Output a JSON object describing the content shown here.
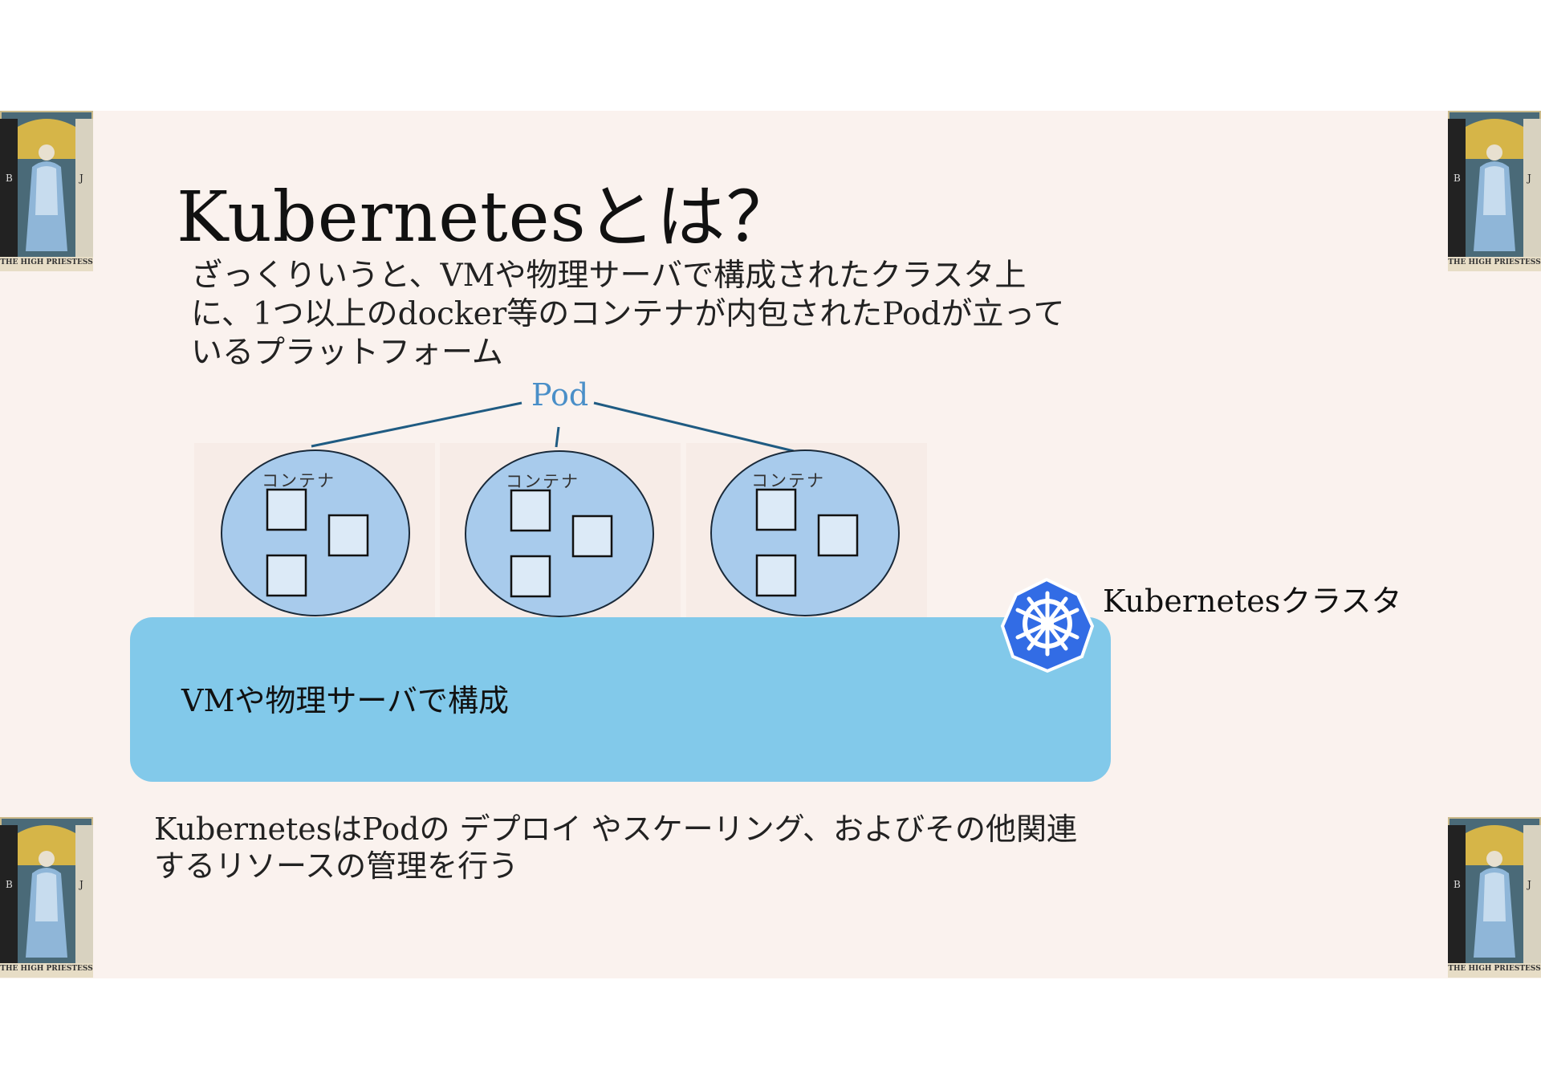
{
  "slide": {
    "title": "Kubernetesとは？",
    "description": "ざっくりいうと、VMや物理サーバで構成されたクラスタ上に、1つ以上のdocker等のコンテナが内包されたPodが立っているプラットフォーム",
    "footer": "KubernetesはPodの デプロイ やスケーリング、およびその他関連するリソースの管理を行う"
  },
  "diagram": {
    "pod_label": "Pod",
    "container_label": "コンテナ",
    "cluster_label": "Kubernetesクラスタ",
    "base_label": "VMや物理サーバで構成",
    "pod_count": 3,
    "boxes_per_pod": 3,
    "colors": {
      "background": "#faf2ee",
      "pod_fill": "#a8cbec",
      "box_fill": "#dceaf7",
      "base_fill": "#82c9ea",
      "line": "#1f5b82",
      "pod_label": "#4a8fc8",
      "k8s_logo": "#326ce5"
    }
  },
  "decorations": {
    "card_caption": "THE HIGH PRIESTESS",
    "icons": [
      "tarot-card-icon",
      "kubernetes-logo-icon"
    ]
  }
}
